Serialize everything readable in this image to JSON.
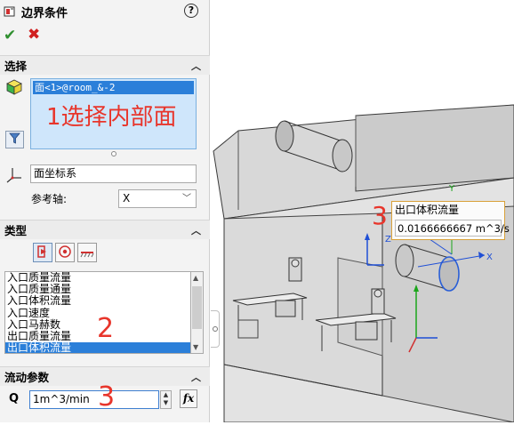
{
  "panel": {
    "title": "边界条件",
    "help_icon": "?",
    "ok_icon": "check-mark",
    "cancel_icon": "x-mark"
  },
  "selection": {
    "header": "选择",
    "selected_face": "面<1>@room_&-2",
    "coordinate_system": "面坐标系",
    "reference_axis_label": "参考轴:",
    "reference_axis_value": "X"
  },
  "type": {
    "header": "类型",
    "options": [
      "入口质量流量",
      "入口质量通量",
      "入口体积流量",
      "入口速度",
      "入口马赫数",
      "出口质量流量",
      "出口体积流量"
    ],
    "selected_option": "出口体积流量"
  },
  "flow_params": {
    "header": "流动参数",
    "q_label": "Q",
    "q_value": "1m^3/min",
    "fx_label": "fx"
  },
  "annotations": {
    "a1": "1选择内部面",
    "a2": "2",
    "a3": "3",
    "a4": "3"
  },
  "viewport": {
    "tooltip_title": "出口体积流量",
    "tooltip_value": "0.0166666667 m^3/s",
    "axis_y": "Y",
    "axis_x": "X",
    "axis_z": "Z"
  },
  "colors": {
    "accent": "#2b7fd9",
    "annotation": "#e8352b",
    "ok": "#2f8f2f",
    "cancel": "#d02020",
    "triad_blue": "#1f4fd6",
    "triad_green": "#1aa51a"
  }
}
